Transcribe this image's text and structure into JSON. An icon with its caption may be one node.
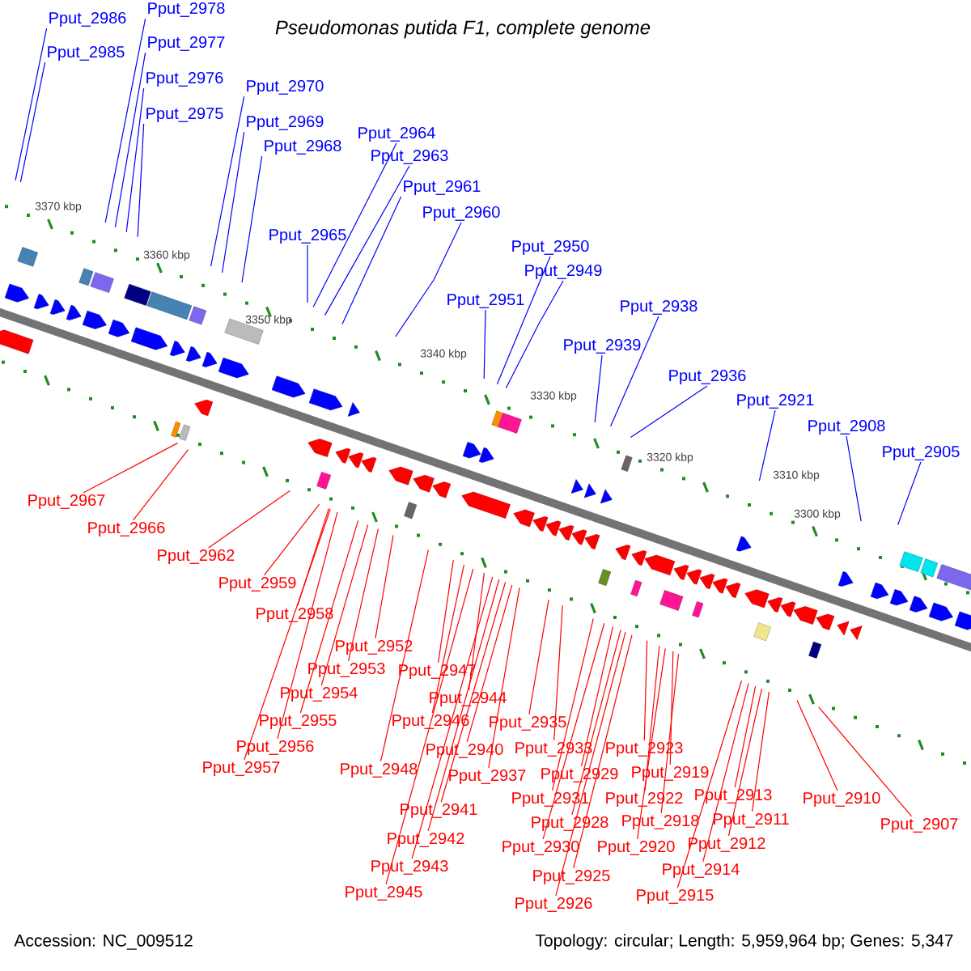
{
  "diagram": {
    "title": "Pseudomonas putida F1, complete genome",
    "nodes": [
      {
        "text": [
          "Pput_2986"
        ]
      },
      {
        "text": [
          "Pput_2985"
        ]
      },
      {
        "text": [
          "Pput_2978"
        ]
      },
      {
        "text": [
          "Pput_2977"
        ]
      },
      {
        "text": [
          "Pput_2976"
        ]
      },
      {
        "text": [
          "Pput_2975"
        ]
      },
      {
        "text": [
          "Pput_2970"
        ]
      },
      {
        "text": [
          "Pput_2969"
        ]
      },
      {
        "text": [
          "Pput_2968"
        ]
      },
      {
        "text": [
          "Pput_2964"
        ]
      },
      {
        "text": [
          "Pput_2963"
        ]
      },
      {
        "text": [
          "Pput_2961"
        ]
      },
      {
        "text": [
          "Pput_2960"
        ]
      },
      {
        "text": [
          "Pput_2965"
        ]
      },
      {
        "text": [
          "Pput_2951"
        ]
      },
      {
        "text": [
          "Pput_2950"
        ]
      },
      {
        "text": [
          "Pput_2949"
        ]
      },
      {
        "text": [
          "Pput_2938"
        ]
      },
      {
        "text": [
          "Pput_2939"
        ]
      },
      {
        "text": [
          "Pput_2936"
        ]
      },
      {
        "text": [
          "Pput_2921"
        ]
      },
      {
        "text": [
          "Pput_2908"
        ]
      },
      {
        "text": [
          "Pput_2905"
        ]
      },
      {
        "text": [
          "Pput_2967"
        ]
      },
      {
        "text": [
          "Pput_2966"
        ]
      },
      {
        "text": [
          "Pput_2962"
        ]
      },
      {
        "text": [
          "Pput_2959"
        ]
      },
      {
        "text": [
          "Pput_2958"
        ]
      },
      {
        "text": [
          "Pput_2952"
        ]
      },
      {
        "text": [
          "Pput_2953"
        ]
      },
      {
        "text": [
          "Pput_2954"
        ]
      },
      {
        "text": [
          "Pput_2955"
        ]
      },
      {
        "text": [
          "Pput_2956"
        ]
      },
      {
        "text": [
          "Pput_2957"
        ]
      },
      {
        "text": [
          "Pput_2947"
        ]
      },
      {
        "text": [
          "Pput_2944"
        ]
      },
      {
        "text": [
          "Pput_2946"
        ]
      },
      {
        "text": [
          "Pput_2948"
        ]
      },
      {
        "text": [
          "Pput_2940"
        ]
      },
      {
        "text": [
          "Pput_2937"
        ]
      },
      {
        "text": [
          "Pput_2941"
        ]
      },
      {
        "text": [
          "Pput_2942"
        ]
      },
      {
        "text": [
          "Pput_2943"
        ]
      },
      {
        "text": [
          "Pput_2945"
        ]
      },
      {
        "text": [
          "Pput_2935"
        ]
      },
      {
        "text": [
          "Pput_2933"
        ]
      },
      {
        "text": [
          "Pput_2929"
        ]
      },
      {
        "text": [
          "Pput_2931"
        ]
      },
      {
        "text": [
          "Pput_2928"
        ]
      },
      {
        "text": [
          "Pput_2930"
        ]
      },
      {
        "text": [
          "Pput_2925"
        ]
      },
      {
        "text": [
          "Pput_2926"
        ]
      },
      {
        "text": [
          "Pput_2923"
        ]
      },
      {
        "text": [
          "Pput_2919"
        ]
      },
      {
        "text": [
          "Pput_2922"
        ]
      },
      {
        "text": [
          "Pput_2918"
        ]
      },
      {
        "text": [
          "Pput_2920"
        ]
      },
      {
        "text": [
          "Pput_2913"
        ]
      },
      {
        "text": [
          "Pput_2911"
        ]
      },
      {
        "text": [
          "Pput_2912"
        ]
      },
      {
        "text": [
          "Pput_2914"
        ]
      },
      {
        "text": [
          "Pput_2915"
        ]
      },
      {
        "text": [
          "Pput_2910"
        ]
      },
      {
        "text": [
          "Pput_2907"
        ]
      }
    ],
    "edges": [
      {
        "from": 0,
        "to": null,
        "arrow": "none",
        "color": "#0000ff"
      },
      {
        "from": 1,
        "to": null,
        "arrow": "none",
        "color": "#0000ff"
      },
      {
        "from": 2,
        "to": null,
        "arrow": "none",
        "color": "#0000ff"
      },
      {
        "from": 3,
        "to": null,
        "arrow": "none",
        "color": "#0000ff"
      },
      {
        "from": 4,
        "to": null,
        "arrow": "none",
        "color": "#0000ff"
      },
      {
        "from": 5,
        "to": null,
        "arrow": "none",
        "color": "#0000ff"
      },
      {
        "from": 6,
        "to": null,
        "arrow": "none",
        "color": "#0000ff"
      },
      {
        "from": 7,
        "to": null,
        "arrow": "none",
        "color": "#0000ff"
      },
      {
        "from": 8,
        "to": null,
        "arrow": "none",
        "color": "#0000ff"
      },
      {
        "from": 9,
        "to": null,
        "arrow": "none",
        "color": "#0000ff"
      },
      {
        "from": 10,
        "to": null,
        "arrow": "none",
        "color": "#0000ff"
      },
      {
        "from": 11,
        "to": null,
        "arrow": "none",
        "color": "#0000ff"
      },
      {
        "from": 12,
        "to": null,
        "arrow": "none",
        "color": "#0000ff"
      },
      {
        "from": 13,
        "to": null,
        "arrow": "none",
        "color": "#0000ff"
      },
      {
        "from": 14,
        "to": null,
        "arrow": "none",
        "color": "#0000ff"
      },
      {
        "from": 15,
        "to": null,
        "arrow": "none",
        "color": "#0000ff"
      },
      {
        "from": 16,
        "to": null,
        "arrow": "none",
        "color": "#0000ff"
      },
      {
        "from": 17,
        "to": null,
        "arrow": "none",
        "color": "#0000ff"
      },
      {
        "from": 18,
        "to": null,
        "arrow": "none",
        "color": "#0000ff"
      },
      {
        "from": 19,
        "to": null,
        "arrow": "none",
        "color": "#0000ff"
      },
      {
        "from": 20,
        "to": null,
        "arrow": "none",
        "color": "#0000ff"
      },
      {
        "from": 21,
        "to": null,
        "arrow": "none",
        "color": "#0000ff"
      },
      {
        "from": 22,
        "to": null,
        "arrow": "none",
        "color": "#0000ff"
      },
      {
        "from": 23,
        "to": null,
        "arrow": "none"
      },
      {
        "from": 24,
        "to": null,
        "arrow": "none"
      },
      {
        "from": 25,
        "to": null,
        "arrow": "none"
      },
      {
        "from": 26,
        "to": null,
        "arrow": "none"
      },
      {
        "from": 27,
        "to": null,
        "arrow": "none"
      },
      {
        "from": 28,
        "to": null,
        "arrow": "none"
      },
      {
        "from": 29,
        "to": null,
        "arrow": "none"
      },
      {
        "from": 30,
        "to": null,
        "arrow": "none"
      },
      {
        "from": 31,
        "to": null,
        "arrow": "none"
      },
      {
        "from": 32,
        "to": null,
        "arrow": "none"
      },
      {
        "from": 33,
        "to": null,
        "arrow": "none"
      },
      {
        "from": 34,
        "to": null,
        "arrow": "none"
      },
      {
        "from": 35,
        "to": null,
        "arrow": "none"
      },
      {
        "from": 36,
        "to": null,
        "arrow": "none"
      },
      {
        "from": 37,
        "to": null,
        "arrow": "none"
      },
      {
        "from": 38,
        "to": null,
        "arrow": "none"
      },
      {
        "from": 39,
        "to": null,
        "arrow": "none"
      },
      {
        "from": 40,
        "to": null,
        "arrow": "none"
      },
      {
        "from": 41,
        "to": null,
        "arrow": "none"
      },
      {
        "from": 42,
        "to": null,
        "arrow": "none"
      },
      {
        "from": 43,
        "to": null,
        "arrow": "none"
      },
      {
        "from": 44,
        "to": null,
        "arrow": "none"
      },
      {
        "from": 45,
        "to": null,
        "arrow": "none"
      },
      {
        "from": 46,
        "to": null,
        "arrow": "none"
      },
      {
        "from": 47,
        "to": null,
        "arrow": "none"
      },
      {
        "from": 48,
        "to": null,
        "arrow": "none"
      },
      {
        "from": 49,
        "to": null,
        "arrow": "none"
      },
      {
        "from": 50,
        "to": null,
        "arrow": "none"
      },
      {
        "from": 51,
        "to": null,
        "arrow": "none"
      },
      {
        "from": 52,
        "to": null,
        "arrow": "none"
      },
      {
        "from": 53,
        "to": null,
        "arrow": "none"
      },
      {
        "from": 54,
        "to": null,
        "arrow": "none"
      },
      {
        "from": 55,
        "to": null,
        "arrow": "none"
      },
      {
        "from": 56,
        "to": null,
        "arrow": "none"
      },
      {
        "from": 57,
        "to": null,
        "arrow": "none"
      },
      {
        "from": 58,
        "to": null,
        "arrow": "none"
      },
      {
        "from": 59,
        "to": null,
        "arrow": "none"
      },
      {
        "from": 60,
        "to": null,
        "arrow": "none"
      },
      {
        "from": 61,
        "to": null,
        "arrow": "none"
      },
      {
        "from": 62,
        "to": null,
        "arrow": "none"
      },
      {
        "from": 63,
        "to": null,
        "arrow": "none"
      }
    ],
    "labels": [
      "3370 kbp",
      "3360 kbp",
      "3350 kbp",
      "3340 kbp",
      "3330 kbp",
      "3320 kbp",
      "3310 kbp",
      "3300 kbp",
      "Accession: NC_009512",
      "Topology: circular; Length: 5,959,964 bp; Genes: 5,347"
    ]
  }
}
